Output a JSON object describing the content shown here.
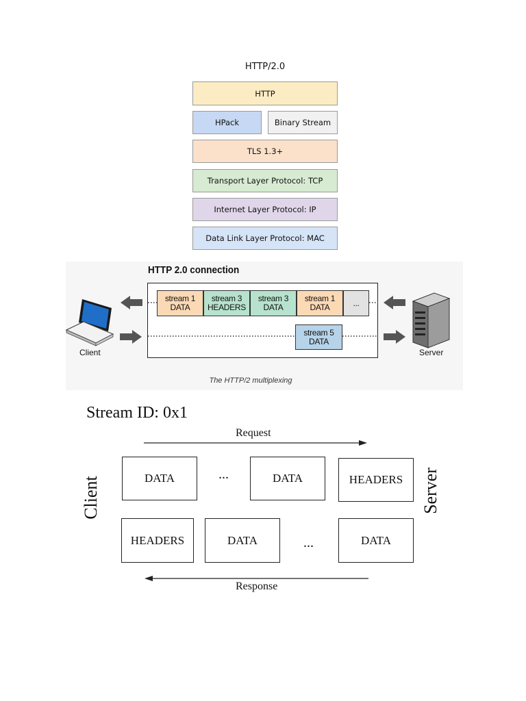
{
  "stack": {
    "title": "HTTP/2.0",
    "layers": {
      "http": {
        "label": "HTTP",
        "color": "#fbecc4"
      },
      "hpack": {
        "label": "HPack",
        "color": "#c6d8f3"
      },
      "binary": {
        "label": "Binary Stream",
        "color": "#f1f1f1"
      },
      "tls": {
        "label": "TLS 1.3+",
        "color": "#fbe0ca"
      },
      "tcp": {
        "label": "Transport Layer Protocol: TCP",
        "color": "#d7ead2"
      },
      "ip": {
        "label": "Internet Layer Protocol: IP",
        "color": "#e0d6ea"
      },
      "mac": {
        "label": "Data Link Layer Protocol: MAC",
        "color": "#d5e4f6"
      }
    }
  },
  "multiplex": {
    "title": "HTTP 2.0 connection",
    "top_frames": [
      {
        "line1": "stream 1",
        "line2": "DATA",
        "color": "#fbd9b5"
      },
      {
        "line1": "stream 3",
        "line2": "HEADERS",
        "color": "#b7e2cd"
      },
      {
        "line1": "stream 3",
        "line2": "DATA",
        "color": "#b7e2cd"
      },
      {
        "line1": "stream 1",
        "line2": "DATA",
        "color": "#fbd9b5"
      },
      {
        "line1": "...",
        "line2": "",
        "color": "#e2e2e2"
      }
    ],
    "bottom_frame": {
      "line1": "stream 5",
      "line2": "DATA",
      "color": "#b6d3e9"
    },
    "client_label": "Client",
    "server_label": "Server",
    "caption": "The HTTP/2 multiplexing"
  },
  "stream": {
    "title": "Stream ID: 0x1",
    "request_label": "Request",
    "response_label": "Response",
    "client_label": "Client",
    "server_label": "Server",
    "request_row": {
      "box1": "DATA",
      "dots": "...",
      "box2": "DATA",
      "box3": "HEADERS"
    },
    "response_row": {
      "box1": "HEADERS",
      "box2": "DATA",
      "dots": "...",
      "box3": "DATA"
    }
  }
}
